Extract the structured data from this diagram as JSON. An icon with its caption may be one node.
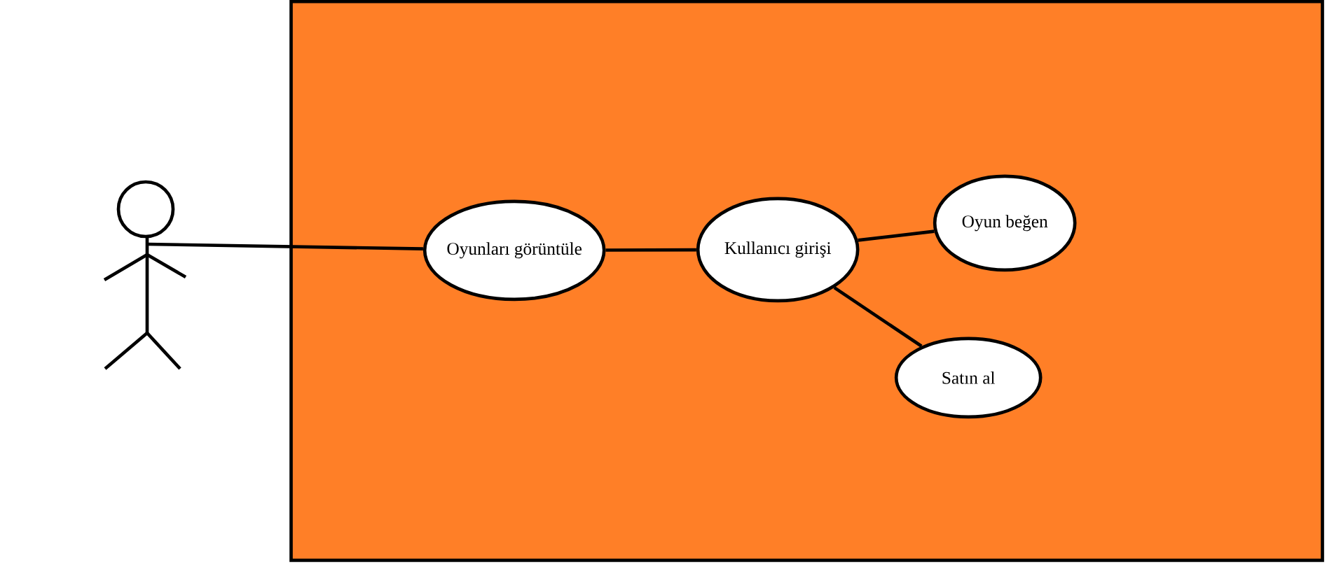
{
  "diagram": {
    "nodes": [
      {
        "text": [],
        "shape": "box"
      },
      {
        "text": [],
        "shape": "person"
      },
      {
        "text": [
          "Oyunları görüntüle"
        ],
        "in": 0
      },
      {
        "text": [
          "Kullanıcı girişi"
        ],
        "in": 0
      },
      {
        "text": [
          "Oyun beğen"
        ],
        "in": 0
      },
      {
        "text": [
          "Satın al"
        ],
        "in": 0
      }
    ],
    "edges": [
      {
        "from": 1,
        "to": 2,
        "arrow": "none"
      },
      {
        "from": 2,
        "to": 3,
        "arrow": "none"
      },
      {
        "from": 3,
        "to": 4,
        "arrow": "none"
      },
      {
        "from": 3,
        "to": 5,
        "arrow": "none"
      }
    ]
  }
}
